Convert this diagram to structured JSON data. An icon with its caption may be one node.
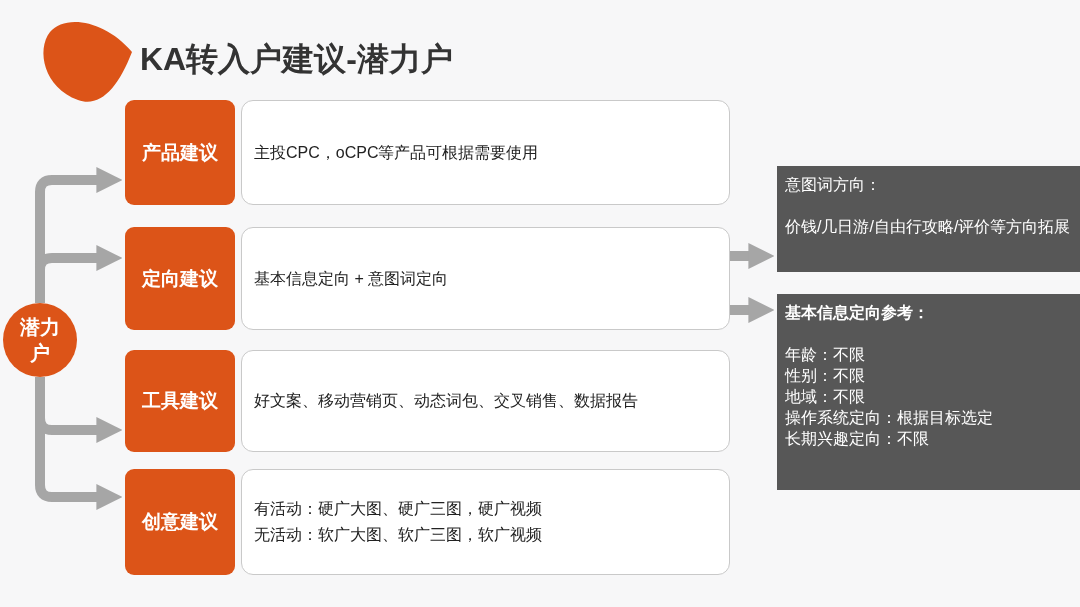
{
  "diagram": {
    "title": "KA转入户建议-潜力户",
    "nodes": [
      {
        "text": [
          "潜力户"
        ]
      },
      {
        "text": [
          "产品建议"
        ]
      },
      {
        "text": [
          "主投CPC，oCPC等产品可根据需要使用"
        ]
      },
      {
        "text": [
          "定向建议"
        ]
      },
      {
        "text": [
          "基本信息定向 + 意图词定向"
        ]
      },
      {
        "text": [
          "工具建议"
        ]
      },
      {
        "text": [
          "好文案、移动营销页、动态词包、交叉销售、数据报告"
        ]
      },
      {
        "text": [
          "创意建议"
        ]
      },
      {
        "text": [
          "有活动：硬广大图、硬广三图，硬广视频",
          "无活动：软广大图、软广三图，软广视频"
        ]
      },
      {
        "text": [
          "意图词方向：",
          "价钱/几日游/自由行攻略/评价等方向拓展"
        ]
      },
      {
        "text": [
          "基本信息定向参考：",
          "年龄：不限",
          "性别：不限",
          "地域：不限",
          "操作系统定向：根据目标选定",
          "长期兴趣定向：不限"
        ]
      }
    ],
    "edges": [
      {
        "from": 0,
        "to": 1,
        "arrow": "to"
      },
      {
        "from": 0,
        "to": 3,
        "arrow": "to"
      },
      {
        "from": 0,
        "to": 5,
        "arrow": "to"
      },
      {
        "from": 0,
        "to": 7,
        "arrow": "to"
      },
      {
        "from": 4,
        "to": 9,
        "arrow": "to"
      },
      {
        "from": 4,
        "to": 10,
        "arrow": "to"
      }
    ]
  }
}
